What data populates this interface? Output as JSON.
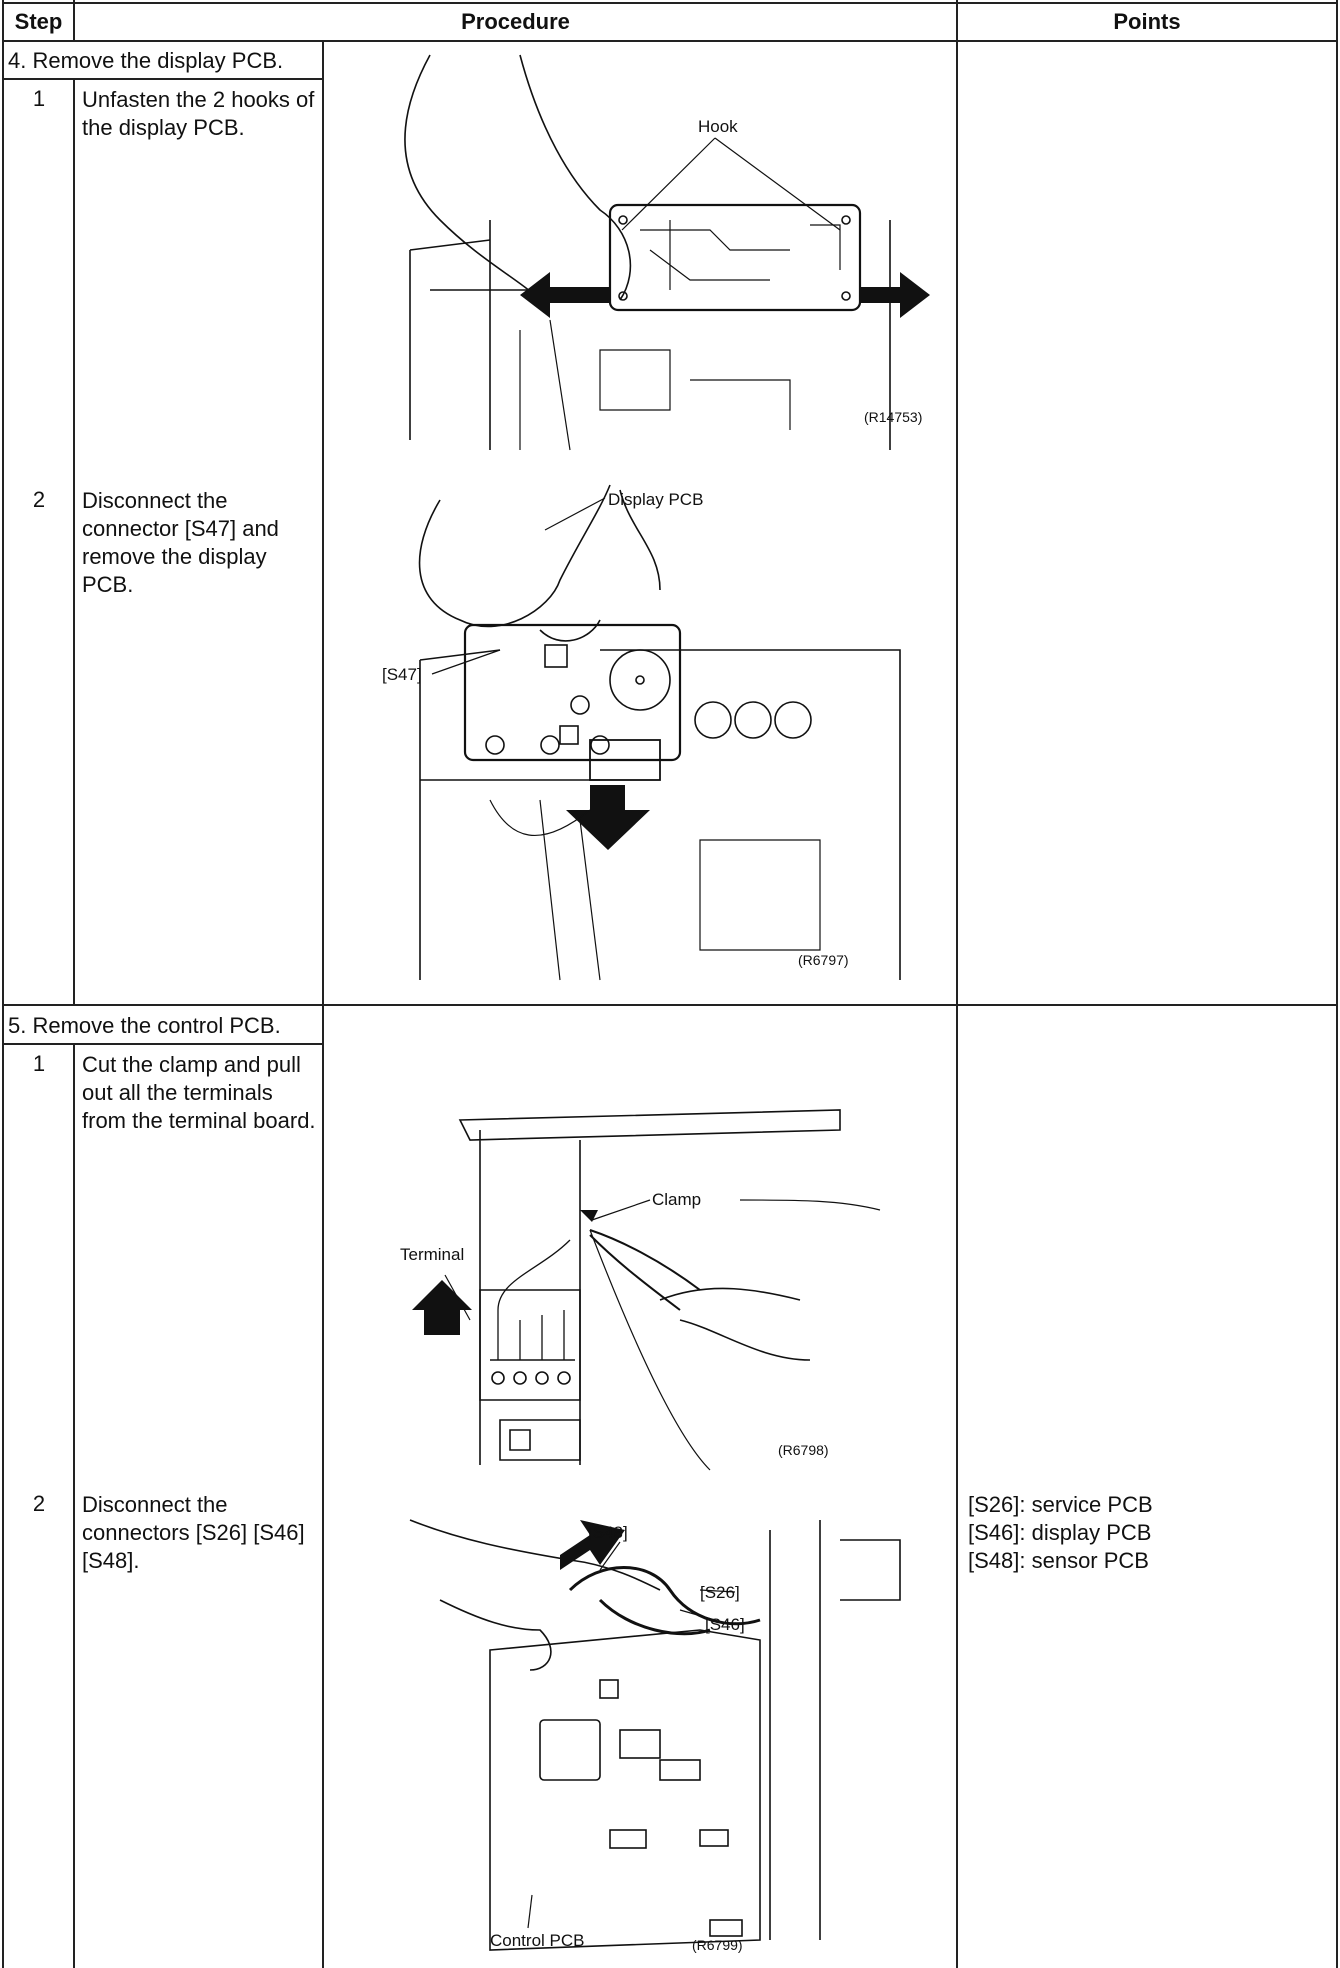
{
  "header": {
    "step": "Step",
    "procedure": "Procedure",
    "points": "Points"
  },
  "sections": [
    {
      "title": "4.  Remove the display PCB.",
      "steps": [
        {
          "num": "1",
          "text": "Unfasten the 2 hooks of the display PCB.",
          "figure": {
            "labels": [
              "Hook"
            ],
            "ref": "(R14753)"
          }
        },
        {
          "num": "2",
          "text": "Disconnect the connector [S47] and remove the display PCB.",
          "figure": {
            "labels": [
              "Display PCB",
              "[S47]"
            ],
            "ref": "(R6797)"
          }
        }
      ]
    },
    {
      "title": "5.  Remove the control PCB.",
      "steps": [
        {
          "num": "1",
          "text": "Cut the clamp and pull out all the terminals from the terminal board.",
          "figure": {
            "labels": [
              "Clamp",
              "Terminal"
            ],
            "ref": "(R6798)"
          }
        },
        {
          "num": "2",
          "text": "Disconnect the connectors [S26] [S46] [S48].",
          "figure": {
            "labels": [
              "[S48]",
              "[S26]",
              "[S46]",
              "Control PCB"
            ],
            "ref": "(R6799)"
          },
          "points": [
            "[S26]: service PCB",
            "[S46]: display PCB",
            "[S48]: sensor PCB"
          ]
        }
      ]
    }
  ]
}
